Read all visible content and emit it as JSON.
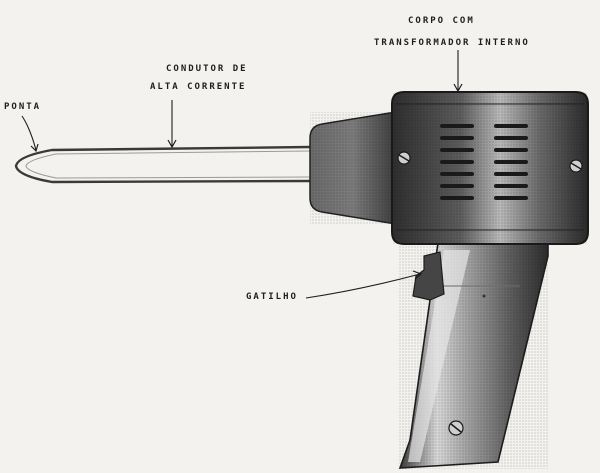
{
  "labels": {
    "ponta": "PONTA",
    "condutor_line1": "CONDUTOR  DE",
    "condutor_line2": "ALTA  CORRENTE",
    "corpo_line1": "CORPO  COM",
    "corpo_line2": "TRANSFORMADOR  INTERNO",
    "gatilho": "GATILHO"
  },
  "colors": {
    "background": "#f3f2ee",
    "body_dark": "#3a3a3a",
    "body_mid": "#8a8a8a",
    "body_light": "#c9c9c9",
    "line": "#1e1e1e"
  },
  "icons": {
    "screws": "slotted-screw-icon",
    "vents": "vent-slot-icon"
  }
}
